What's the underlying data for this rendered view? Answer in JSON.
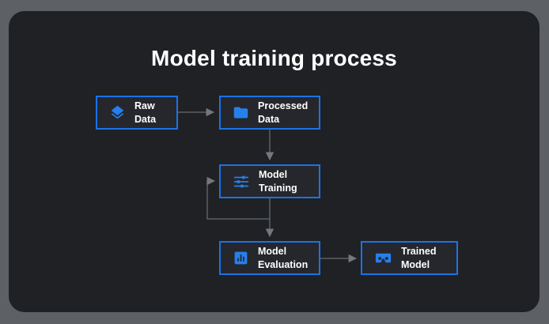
{
  "title": "Model training process",
  "colors": {
    "frame_gray": "#5d6165",
    "panel_dark": "#1f2125",
    "node_background": "#25272c",
    "node_border_blue": "#1a73e8",
    "icon_blue": "#2680eb",
    "arrow_gray": "#5c6064",
    "text_white": "#ffffff"
  },
  "nodes": [
    {
      "id": "raw-data",
      "label": "Raw Data",
      "icon": "layers-icon"
    },
    {
      "id": "processed-data",
      "label": "Processed Data",
      "icon": "folder-icon"
    },
    {
      "id": "model-training",
      "label": "Model Training",
      "icon": "tune-sliders-icon"
    },
    {
      "id": "model-evaluation",
      "label": "Model Evaluation",
      "icon": "bar-chart-icon"
    },
    {
      "id": "trained-model",
      "label": "Trained Model",
      "icon": "vr-goggles-icon"
    }
  ],
  "connections": [
    {
      "from": "raw-data",
      "to": "processed-data"
    },
    {
      "from": "processed-data",
      "to": "model-training"
    },
    {
      "from": "model-training",
      "to": "model-evaluation"
    },
    {
      "from": "model-evaluation",
      "to": "model-training",
      "type": "feedback-loop"
    },
    {
      "from": "model-evaluation",
      "to": "trained-model"
    }
  ]
}
